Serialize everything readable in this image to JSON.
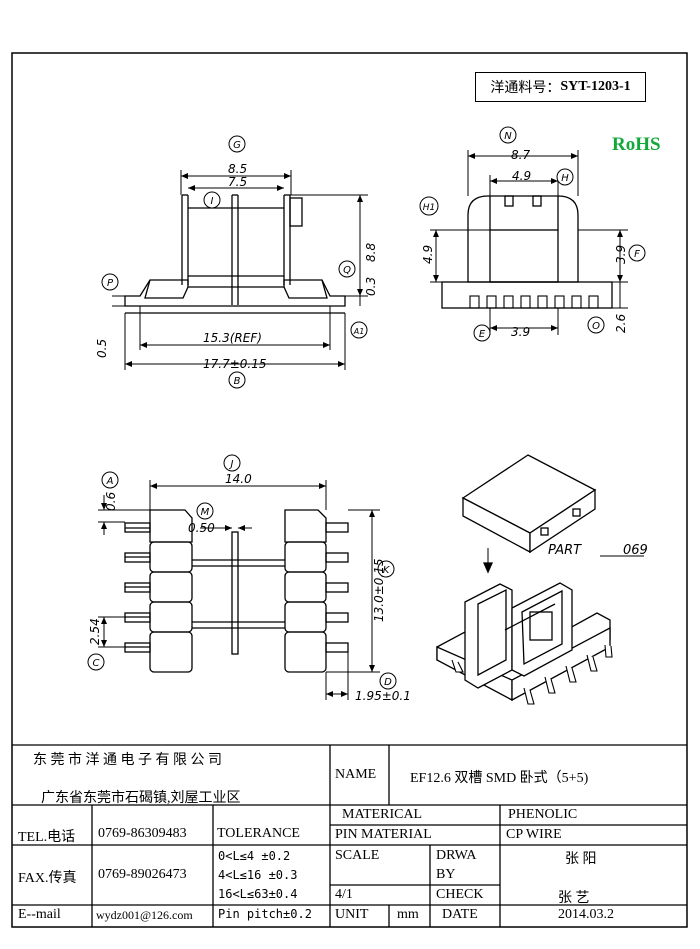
{
  "part_number": {
    "label": "洋通料号：",
    "value": "SYT-1203-1"
  },
  "rohs": "RoHS",
  "colors": {
    "rohs": "#13a83a",
    "line": "#000000",
    "shade": "#d9d9d9"
  },
  "drawing": {
    "labels": {
      "G": "G",
      "I": "I",
      "N": "N",
      "H": "H",
      "H1": "H1",
      "F": "F",
      "E": "E",
      "O": "O",
      "P": "P",
      "Q": "Q",
      "A1": "A1",
      "B": "B",
      "A": "A",
      "J": "J",
      "M": "M",
      "K": "K",
      "C": "C",
      "D": "D"
    },
    "dims": {
      "d8_5": "8.5",
      "d7_5": "7.5",
      "d8_8": "8.8",
      "d0_3": "0.3",
      "d0_5": "0.5",
      "d15_3": "15.3(REF)",
      "d17_7": "17.7±0.15",
      "d8_7": "8.7",
      "d4_9a": "4.9",
      "d4_9b": "4.9",
      "d3_9a": "3.9",
      "d3_9b": "3.9",
      "d2_6": "2.6",
      "d14_0": "14.0",
      "d0_6": "0.6",
      "d0_50": "0.50",
      "d13_0": "13.0±0.15",
      "d2_54": "2.54",
      "d1_95": "1.95±0.1"
    },
    "part_note": {
      "part": "PART",
      "num": "069"
    }
  },
  "title_block": {
    "company": "东 莞 市 洋 通 电 子 有 限 公 司",
    "address": "广东省东莞市石碣镇,刘屋工业区",
    "name_label": "NAME",
    "name_value": "EF12.6 双槽 SMD 卧式（5+5)",
    "material_label": "MATERICAL",
    "material_value": "PHENOLIC",
    "pin_material_label": "PIN MATERIAL",
    "pin_material_value": "CP WIRE",
    "tel_label": "TEL.电话",
    "tel_value": "0769-86309483",
    "fax_label": "FAX.传真",
    "fax_value": "0769-89026473",
    "email_label": "E--mail",
    "email_value": "wydz001@126.com",
    "tolerance_label": "TOLERANCE",
    "tol1": "0<L≤4  ±0.2",
    "tol2": "4<L≤16 ±0.3",
    "tol3": "16<L≤63±0.4",
    "tol4": "Pin pitch±0.2",
    "scale_label": "SCALE",
    "scale_value": "4/1",
    "draw_label_1": "DRWA",
    "draw_label_2": "BY",
    "draw_value": "张 阳",
    "check_label": "CHECK",
    "check_value": "张 艺",
    "unit_label": "UNIT",
    "unit_value": "mm",
    "date_label": "DATE",
    "date_value": "2014.03.2"
  }
}
